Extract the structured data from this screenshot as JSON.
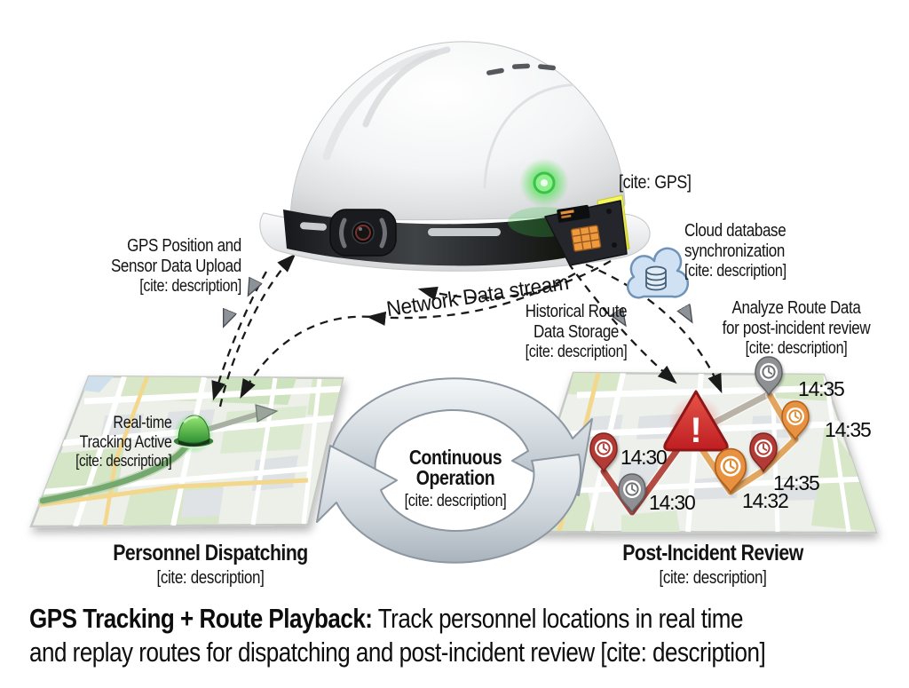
{
  "labels": {
    "gps_upload": {
      "line1": "GPS Position and",
      "line2": "Sensor Data Upload",
      "cite": "[cite: description]"
    },
    "gps_callout": "[cite: GPS]",
    "network_stream": "Network Data stream",
    "cloud_sync": {
      "line1": "Cloud database",
      "line2": "synchronization",
      "cite": "[cite: description]"
    },
    "historical": {
      "line1": "Historical Route",
      "line2": "Data Storage",
      "cite": "[cite: description]"
    },
    "analyze": {
      "line1": "Analyze Route Data",
      "line2": "for post-incident review",
      "cite": "[cite: description]"
    },
    "realtime": {
      "line1": "Real-time",
      "line2": "Tracking Active",
      "cite": "[cite: description]"
    },
    "continuous": {
      "line1": "Continuous",
      "line2": "Operation",
      "cite": "[cite: description]"
    }
  },
  "maps": {
    "left": {
      "title": "Personnel Dispatching",
      "cite": "[cite: description]"
    },
    "right": {
      "title": "Post-Incident Review",
      "cite": "[cite: description]",
      "alert_glyph": "!",
      "pins": [
        {
          "time": "14:30",
          "color": "red"
        },
        {
          "time": "14:30",
          "color": "gray"
        },
        {
          "time": "14:32",
          "color": "orange"
        },
        {
          "time": "14:35",
          "color": "red"
        },
        {
          "time": "14:35",
          "color": "orange"
        },
        {
          "time": "14:35",
          "color": "gray"
        }
      ]
    }
  },
  "caption": {
    "bold": "GPS Tracking + Route Playback:",
    "text": " Track personnel locations in real time",
    "line2": "and replay routes for dispatching and post-incident review ",
    "cite": "[cite: description]"
  },
  "colors": {
    "gps_green": "#3bd04a",
    "alert_red": "#d32f2f",
    "pin_red": "#b23b35",
    "pin_gray": "#8f9093",
    "pin_orange": "#e89140",
    "route_green": "#74a86e",
    "cloud_blue": "#cfe1f2",
    "cycle_silver": "#c4ccd3"
  }
}
